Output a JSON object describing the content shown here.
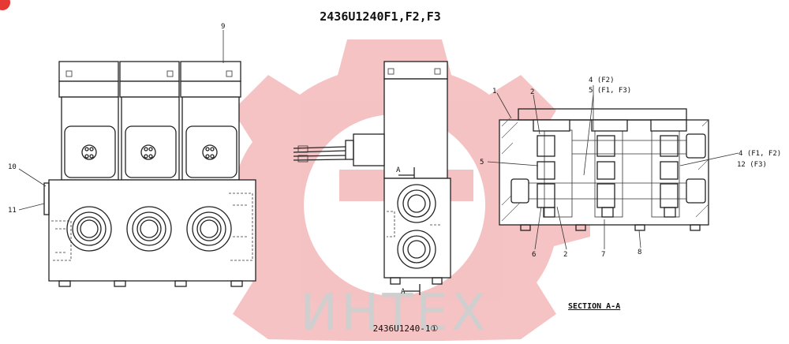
{
  "title": "2436U1240F1,F2,F3",
  "drawing_number": "2436U1240-1①",
  "section_label": "SECTION A-A",
  "watermark_text": "ИНТЕХ",
  "section_mark": "A",
  "colors": {
    "watermark": "#f3b8b8",
    "watermark_text": "#cfcfcf",
    "corner_badge": "#e53935",
    "line": "#222222"
  },
  "callouts": {
    "front": [
      "9",
      "10",
      "11"
    ],
    "section": {
      "c1": "1",
      "c2_top": "2",
      "c4f2": "4 (F2)",
      "c5f1f3": "5 (F1, F3)",
      "c5": "5",
      "c4_right": "4 (F1, F2)",
      "c12": "12 (F3)",
      "c6": "6",
      "c2_bottom": "2",
      "c7": "7",
      "c8": "8"
    }
  }
}
